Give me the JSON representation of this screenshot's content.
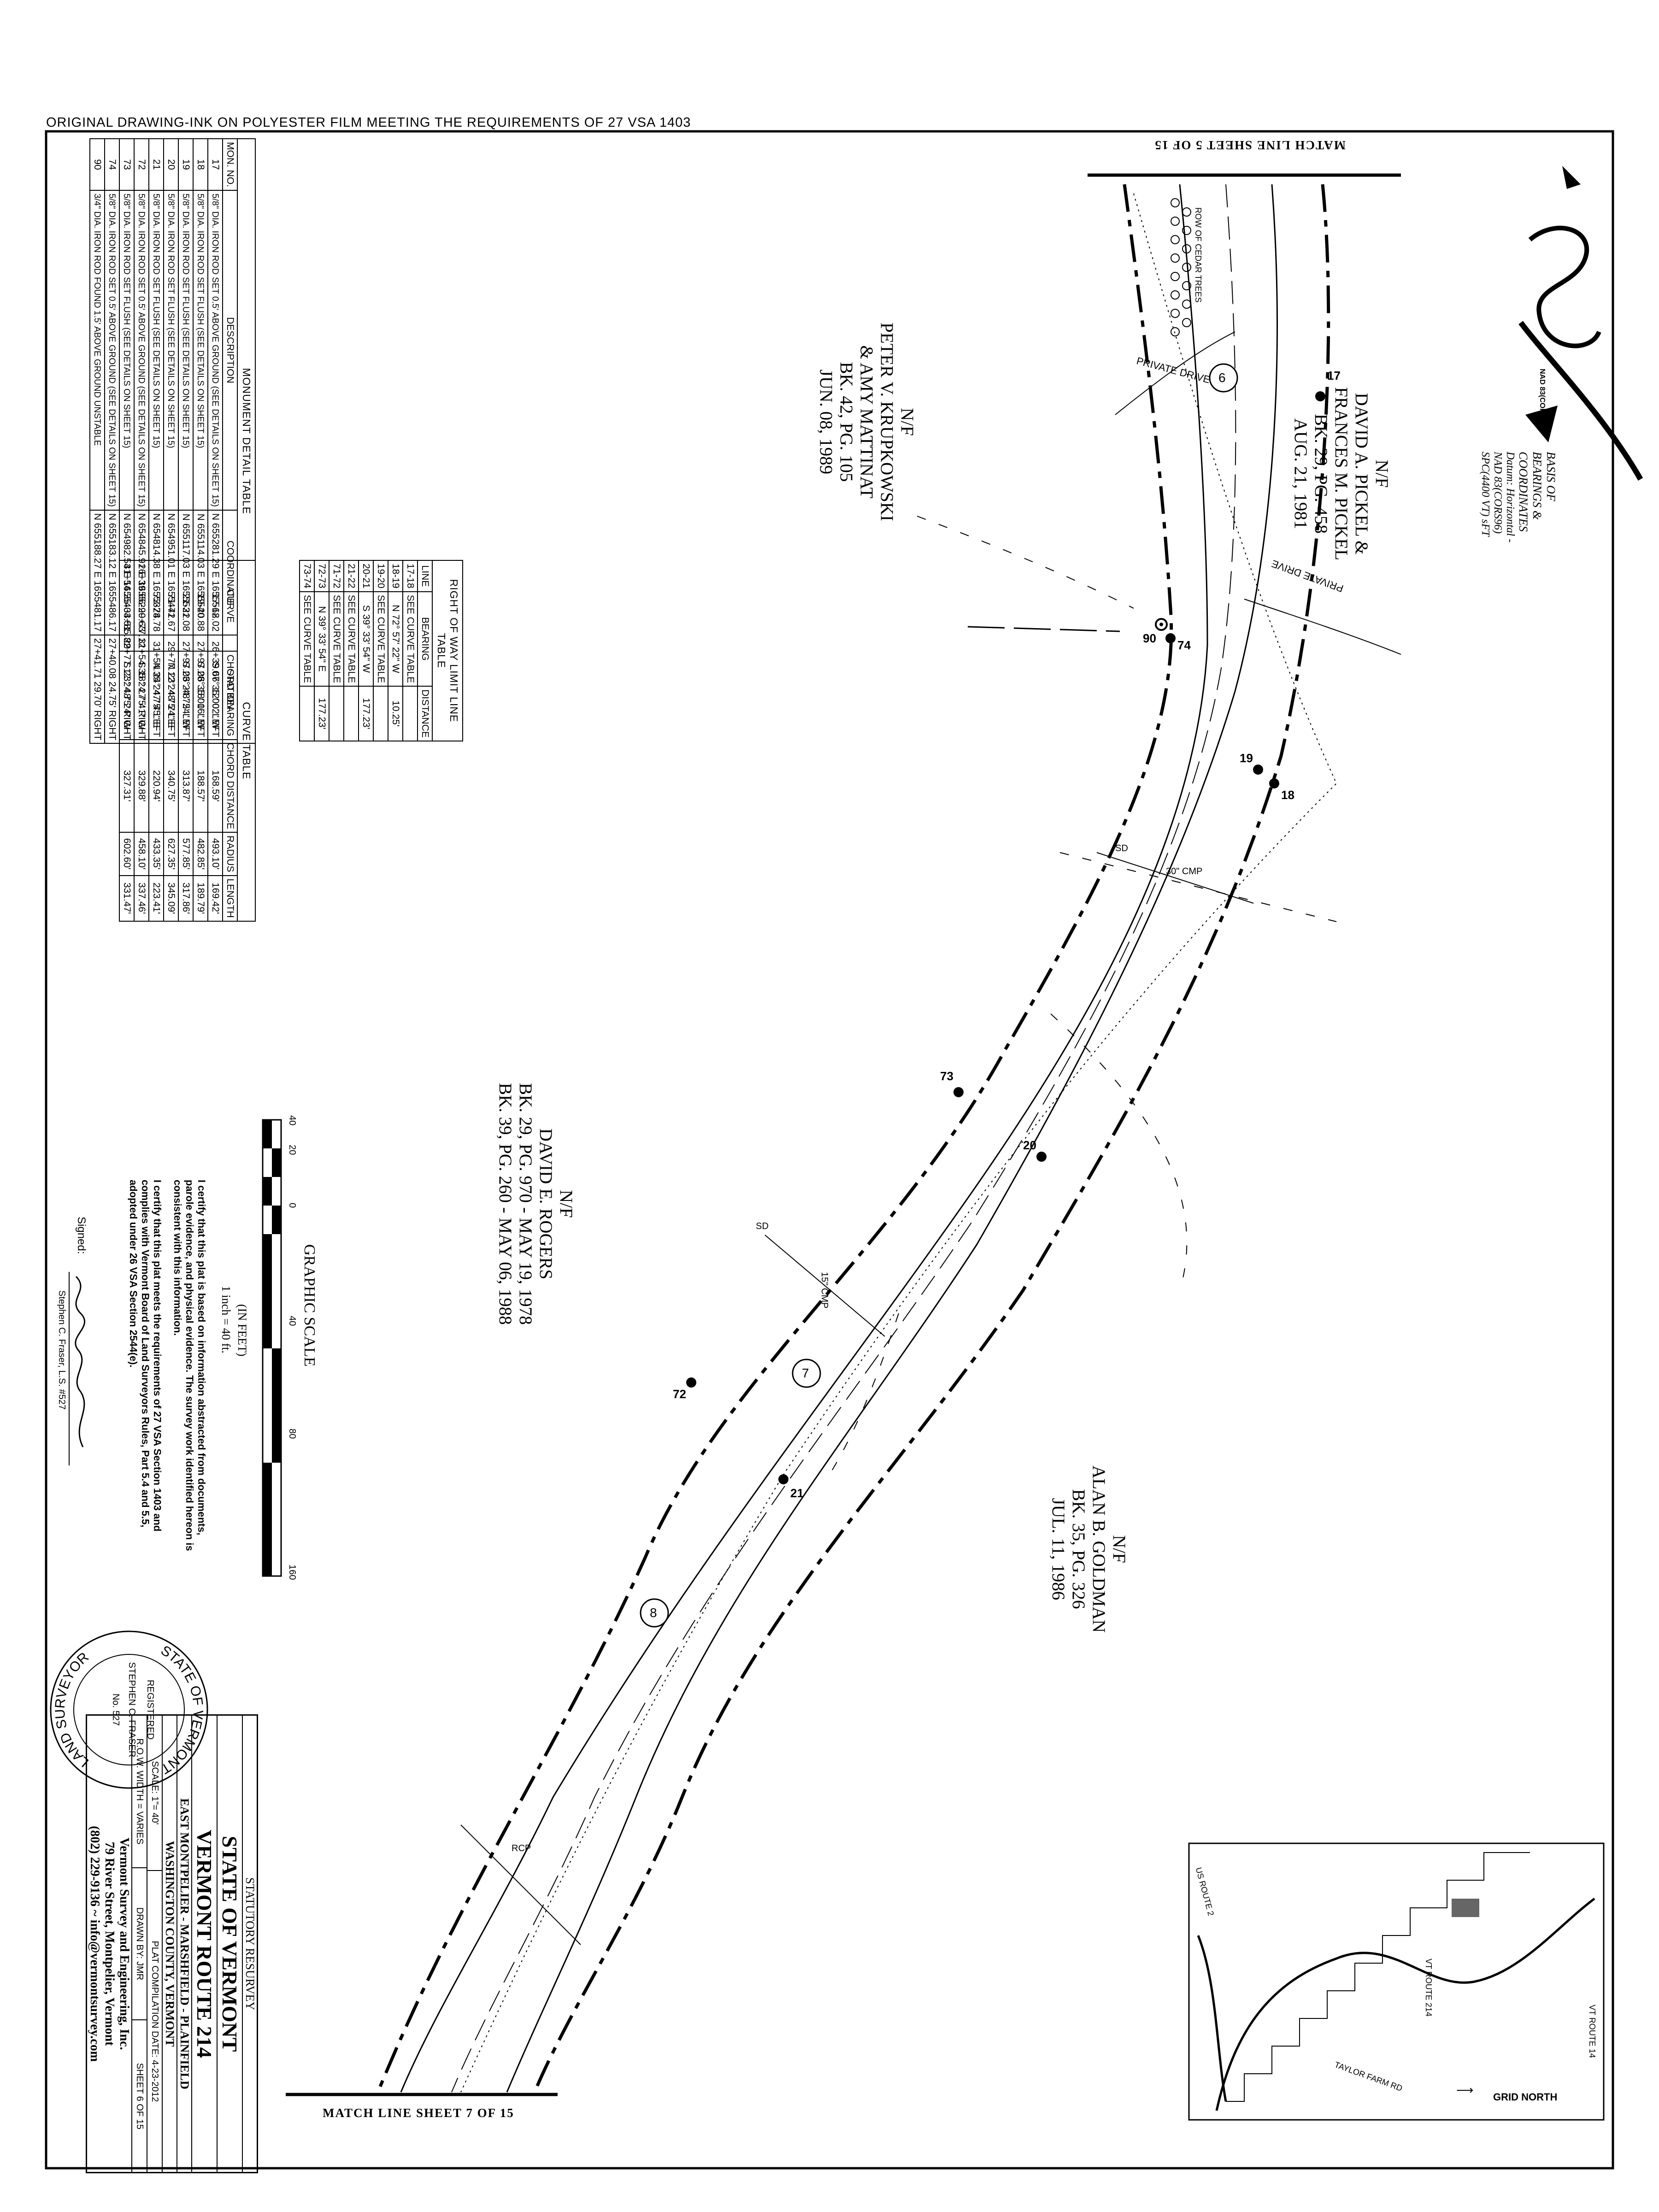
{
  "header_note": "ORIGINAL DRAWING-INK ON POLYESTER FILM MEETING THE REQUIREMENTS OF 27 VSA 1403",
  "north": {
    "logo_text": "NAD 83(CORS96)",
    "basis_title": "BASIS OF BEARINGS & COORDINATES",
    "datum": "Datum: Horizontal - NAD 83(CORS96) SPC(4400 VT) sFT"
  },
  "match_lines": {
    "top": "MATCH LINE SHEET 5 OF 15",
    "bottom": "MATCH LINE SHEET 7 OF 15"
  },
  "owners": [
    {
      "lines": [
        "N/F",
        "DAVID A. PICKEL &",
        "FRANCES M. PICKEL",
        "BK. 29, PG. 458",
        "AUG. 21, 1981"
      ]
    },
    {
      "lines": [
        "N/F",
        "PETER V. KRUPKOWSKI",
        "& AMY MATTINAT",
        "BK. 42, PG. 105",
        "JUN. 08, 1989"
      ]
    },
    {
      "lines": [
        "N/F",
        "DAVID E. ROGERS",
        "BK. 29, PG. 970 - MAY 19, 1978",
        "BK. 39, PG. 260 - MAY 06, 1988"
      ]
    },
    {
      "lines": [
        "N/F",
        "ALAN B. GOLDMAN",
        "BK. 35, PG. 326",
        "JUL. 11, 1986"
      ]
    }
  ],
  "road_labels": {
    "private_drive_1": "PRIVATE DRIVE",
    "private_drive_2": "PRIVATE DRIVE",
    "row_cedar": "ROW OF CEDAR TREES",
    "culvert_30": "30\" CMP",
    "culvert_15": "15\" CMP",
    "rcp": "RCP",
    "sd": "SD"
  },
  "monuments": [
    "17",
    "18",
    "19",
    "20",
    "21",
    "72",
    "73",
    "74",
    "90"
  ],
  "parcels": [
    "6",
    "7",
    "8"
  ],
  "monument_table": {
    "title": "MONUMENT DETAIL TABLE",
    "headers": [
      "MON. NO.",
      "DESCRIPTION",
      "COORDINATE",
      "STATION"
    ],
    "rows": [
      {
        "no": "17",
        "desc": "5/8\" DIA. IRON ROD SET 0.5' ABOVE GROUND (SEE DETAILS ON SHEET 15)",
        "coord": "N 655281.29 E 1655562.02",
        "station": "26+39.66 35.00' LEFT"
      },
      {
        "no": "18",
        "desc": "5/8\" DIA. IRON ROD SET FLUSH (SEE DETAILS ON SHEET 15)",
        "coord": "N 655114.03 E 1655540.88",
        "station": "27+97.06 35.00' LEFT"
      },
      {
        "no": "19",
        "desc": "5/8\" DIA. IRON ROD SET FLUSH (SEE DETAILS ON SHEET 15)",
        "coord": "N 655117.03 E 1655531.08",
        "station": "27+97.06 24.75' LEFT"
      },
      {
        "no": "20",
        "desc": "5/8\" DIA. IRON ROD SET FLUSH (SEE DETAILS ON SHEET 15)",
        "coord": "N 654951.01 E 1655441.67",
        "station": "29+77.12 24.75' LEFT"
      },
      {
        "no": "21",
        "desc": "5/8\" DIA. IRON ROD SET FLUSH (SEE DETAILS ON SHEET 15)",
        "coord": "N 654814.38 E 1655328.78",
        "station": "31+54.35 24.75' LEFT"
      },
      {
        "no": "72",
        "desc": "5/8\" DIA. IRON ROD SET 0.5' ABOVE GROUND (SEE DETAILS ON SHEET 15)",
        "coord": "N 654845.91 E 1655290.63",
        "station": "31+54.35 24.75' RIGHT"
      },
      {
        "no": "73",
        "desc": "5/8\" DIA. IRON ROD SET FLUSH (SEE DETAILS ON SHEET 15)",
        "coord": "N 654982.54 E 1655403.51",
        "station": "29+77.12 24.75' RIGHT"
      },
      {
        "no": "74",
        "desc": "5/8\" DIA. IRON ROD SET 0.5' ABOVE GROUND (SEE DETAILS ON SHEET 15)",
        "coord": "N 655183.12 E 1655486.17",
        "station": "27+40.08 24.75' RIGHT"
      },
      {
        "no": "90",
        "desc": "3/4\" DIA. IRON ROD FOUND 1.5' ABOVE GROUND UNSTABLE",
        "coord": "N 655188.27 E 1655481.17",
        "station": "27+41.71 29.70' RIGHT"
      }
    ]
  },
  "row_table": {
    "title": "RIGHT OF WAY LIMIT LINE TABLE",
    "headers": [
      "LINE",
      "BEARING",
      "DISTANCE"
    ],
    "rows": [
      {
        "line": "17-18",
        "bearing": "SEE CURVE TABLE",
        "distance": ""
      },
      {
        "line": "18-19",
        "bearing": "N 72° 57' 22\" W",
        "distance": "10.25'"
      },
      {
        "line": "19-20",
        "bearing": "SEE CURVE TABLE",
        "distance": ""
      },
      {
        "line": "20-21",
        "bearing": "S 39° 33' 54\" W",
        "distance": "177.23'"
      },
      {
        "line": "21-22",
        "bearing": "SEE CURVE TABLE",
        "distance": ""
      },
      {
        "line": "71-72",
        "bearing": "SEE CURVE TABLE",
        "distance": ""
      },
      {
        "line": "72-73",
        "bearing": "N 39° 33' 54\" E",
        "distance": "177.23'"
      },
      {
        "line": "73-74",
        "bearing": "SEE CURVE TABLE",
        "distance": ""
      }
    ]
  },
  "curve_table": {
    "title": "CURVE TABLE",
    "headers": [
      "CURVE",
      "CHORD BEARING",
      "CHORD DISTANCE",
      "RADIUS",
      "LENGTH"
    ],
    "rows": [
      {
        "curve": "17-18",
        "bearing": "S 07° 12' 02\" W",
        "dist": "168.59'",
        "radius": "493.10'",
        "length": "169.42'"
      },
      {
        "curve": "19-20",
        "bearing": "S 28° 18' 16\" W",
        "dist": "188.57'",
        "radius": "482.85'",
        "length": "189.79'"
      },
      {
        "curve": "21-22",
        "bearing": "S 23° 48' 24\" W",
        "dist": "313.87'",
        "radius": "577.85'",
        "length": "317.86'"
      },
      {
        "curve": "71-72",
        "bearing": "N 23° 48' 24\" E",
        "dist": "340.75'",
        "radius": "627.35'",
        "length": "345.09'"
      },
      {
        "curve": "73-74",
        "bearing": "N 24° 47' 45\" E",
        "dist": "220.94'",
        "radius": "433.35'",
        "length": "223.41'"
      },
      {
        "curve": "26+39.66-29+77.12",
        "bearing": "S 18° 27' 41\" W",
        "dist": "329.88'",
        "radius": "458.10'",
        "length": "337.46'"
      },
      {
        "curve": "31+54.35-34+85.82",
        "bearing": "S 23° 48' 24\" W",
        "dist": "327.31'",
        "radius": "602.60'",
        "length": "331.47'"
      }
    ]
  },
  "graphic_scale": {
    "title": "GRAPHIC SCALE",
    "ticks": [
      "40",
      "20",
      "0",
      "40",
      "80",
      "160"
    ],
    "unit": "(IN FEET)",
    "ratio": "1 inch = 40 ft."
  },
  "certification": {
    "para1": "I certify that this plat is based on information abstracted from documents, parole evidence, and physical evidence. The survey work identified hereon is consistent with this information.",
    "para2": "I certify that this plat meets the requirements of 27 VSA Section 1403 and complies with Vermont Board of Land Surveyors Rules, Part 5.4 and 5.5, adopted under 26 VSA Section 2544(e).",
    "signed_label": "Signed:",
    "signer": "Stephen C. Fraser, L.S. #527"
  },
  "seal": {
    "top": "STATE OF VERMONT",
    "bottom": "LAND SURVEYOR",
    "name": "STEPHEN C. FRASER",
    "number": "No. 527",
    "registered": "REGISTERED"
  },
  "title_block": {
    "type": "STATUTORY RESURVEY",
    "state": "STATE OF VERMONT",
    "route": "VERMONT ROUTE 214",
    "towns": "EAST MONTPELIER - MARSHFIELD - PLAINFIELD",
    "county": "WASHINGTON COUNTY, VERMONT",
    "scale": "SCALE: 1\"= 40'",
    "plat_date": "PLAT COMPILATION DATE: 4-23-2012",
    "row_width": "R.O.W. WIDTH = VARIES",
    "drawn_by": "DRAWN BY: JMR",
    "sheet": "SHEET 6 OF 15",
    "firm": "Vermont Survey and Engineering, Inc.",
    "address": "79 River Street, Montpelier, Vermont",
    "contact": "(802) 229-9136 ~ info@vermontsurvey.com"
  },
  "location_map": {
    "grid_north": "GRID NORTH",
    "vt14": "VT ROUTE 14",
    "vt214": "VT ROUTE 214",
    "us2": "US ROUTE 2",
    "taylor": "TAYLOR FARM RD"
  }
}
